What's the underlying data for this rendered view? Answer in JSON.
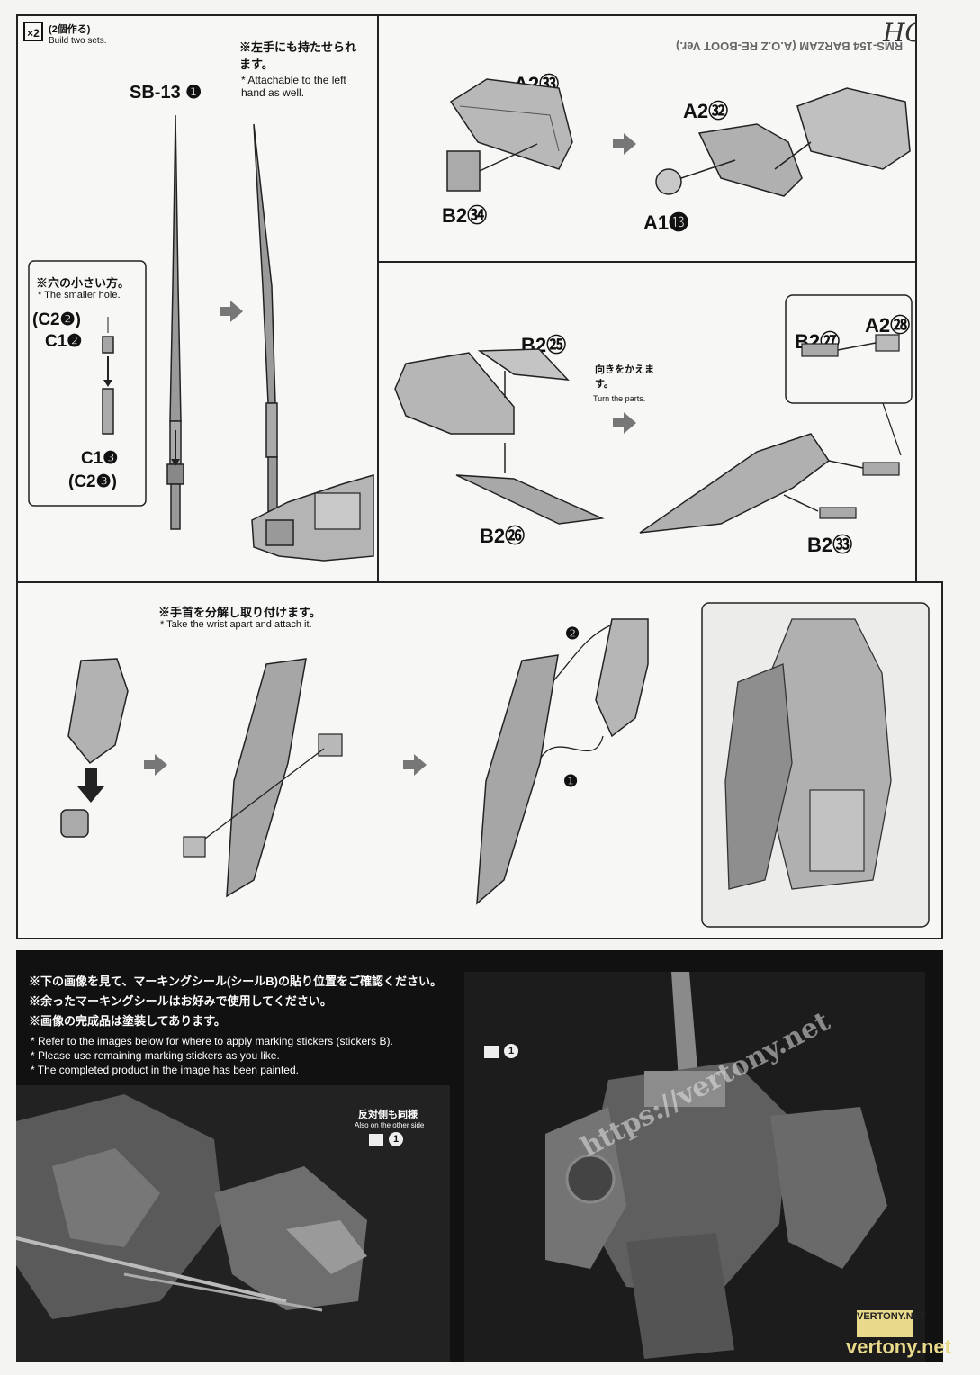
{
  "header": {
    "count_badge": "×2",
    "count_jp": "(2個作る)",
    "count_en": "Build two sets.",
    "series_logo": "HG",
    "product_title": "RMS-154 BARZAM (A.O.Z RE-BOOT Ver.)"
  },
  "step1": {
    "note_jp": "※左手にも持たせられます。",
    "note_en": "* Attachable to the left hand as well.",
    "part_sb": "SB-13 ❶",
    "hole_jp": "※穴の小さい方。",
    "hole_en": "* The smaller hole.",
    "c2a": "(C2❷)",
    "c1a": "C1❷",
    "c1b": "C1❸",
    "c2b": "(C2❸)"
  },
  "step2": {
    "a2_33": "A2㉝",
    "b2_34": "B2㉞",
    "a2_32": "A2㉜",
    "a1_13": "A1⓭"
  },
  "step3": {
    "b2_25": "B2㉕",
    "b2_26": "B2㉖",
    "turn_jp": "向きをかえます。",
    "turn_en": "Turn the parts.",
    "b2_27": "B2㉗",
    "a2_28": "A2㉘",
    "b2_33": "B2㉝"
  },
  "step4": {
    "wrist_jp": "※手首を分解し取り付けます。",
    "wrist_en": "* Take the wrist apart and attach it.",
    "step_1": "❶",
    "step_2": "❷"
  },
  "stickers": {
    "jp_1": "※下の画像を見て、マーキングシール(シールB)の貼り位置をご確認ください。",
    "jp_2": "※余ったマーキングシールはお好みで使用してください。",
    "jp_3": "※画像の完成品は塗装してあります。",
    "en_1": "* Refer to the images below for where to apply marking stickers (stickers B).",
    "en_2": "* Please use remaining marking stickers as you like.",
    "en_3": "* The completed product in the image has been painted.",
    "other_side_jp": "反対側も同様",
    "other_side_en": "Also on the other side",
    "sticker_num": "1"
  },
  "watermark": {
    "url": "https://vertony.net",
    "badge": "VERTONY.NET",
    "footer": "vertony.net"
  }
}
